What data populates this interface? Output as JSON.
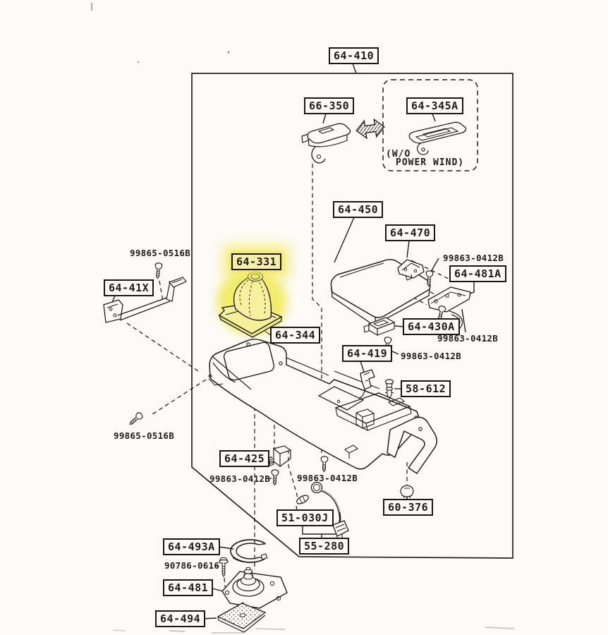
{
  "diagram": {
    "type": "exploded-parts-diagram",
    "assembly_number": "64-410",
    "highlighted_part": "64-331",
    "colors": {
      "paper": "#fcfbf7",
      "ink": "#1f1f1f",
      "highlight_glow": "#f2e95c",
      "highlight_fill": "#f7f09c"
    },
    "boxed_labels": [
      {
        "id": "64-410",
        "text": "64-410"
      },
      {
        "id": "66-350",
        "text": "66-350"
      },
      {
        "id": "64-345A",
        "text": "64-345A"
      },
      {
        "id": "64-450",
        "text": "64-450"
      },
      {
        "id": "64-470",
        "text": "64-470"
      },
      {
        "id": "64-481A",
        "text": "64-481A"
      },
      {
        "id": "64-430A",
        "text": "64-430A"
      },
      {
        "id": "64-419",
        "text": "64-419"
      },
      {
        "id": "58-612",
        "text": "58-612"
      },
      {
        "id": "64-331",
        "text": "64-331",
        "highlighted": true
      },
      {
        "id": "64-344",
        "text": "64-344"
      },
      {
        "id": "64-41X",
        "text": "64-41X"
      },
      {
        "id": "64-425",
        "text": "64-425"
      },
      {
        "id": "51-030J",
        "text": "51-030J"
      },
      {
        "id": "55-280",
        "text": "55-280"
      },
      {
        "id": "60-376",
        "text": "60-376"
      },
      {
        "id": "64-493A",
        "text": "64-493A"
      },
      {
        "id": "64-481",
        "text": "64-481"
      },
      {
        "id": "64-494",
        "text": "64-494"
      }
    ],
    "plain_labels": [
      {
        "text": "99865-0516B"
      },
      {
        "text": "99863-0412B"
      },
      {
        "text": "99863-0412B"
      },
      {
        "text": "99863-0412B"
      },
      {
        "text": "99863-0412B"
      },
      {
        "text": "99863-0412B"
      },
      {
        "text": "99865-0516B"
      },
      {
        "text": "90786-0616"
      }
    ],
    "option_note": {
      "line1": "(W/O",
      "line2": "POWER WIND)"
    }
  }
}
